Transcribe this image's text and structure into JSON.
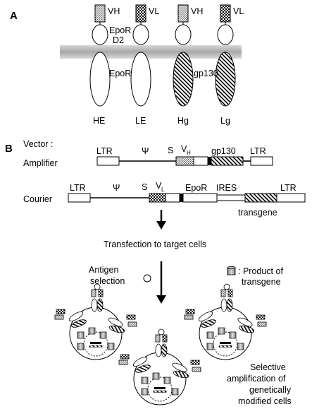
{
  "panel_a": {
    "letter": "A",
    "receptors": [
      {
        "label": "HE",
        "domain": "VH",
        "stalk": "EpoR",
        "stalk2": "D2",
        "lower": "EpoR"
      },
      {
        "label": "LE",
        "domain": "VL"
      },
      {
        "label": "Hg",
        "domain": "VH"
      },
      {
        "label": "Lg",
        "domain": "VL",
        "lower": "gp130"
      }
    ]
  },
  "panel_b": {
    "letter": "B",
    "vector_title": "Vector :",
    "amplifier": {
      "label": "Amplifier",
      "ltr": "LTR",
      "psi": "Ψ",
      "s": "S",
      "v": "V",
      "v_sub": "H",
      "gene": "gp130",
      "ltr2": "LTR"
    },
    "courier": {
      "label": "Courier",
      "ltr": "LTR",
      "psi": "Ψ",
      "s": "S",
      "v": "V",
      "v_sub": "L",
      "gene": "EpoR",
      "ires": "IRES",
      "ltr2": "LTR",
      "transgene": "transgene"
    },
    "transfection": "Transfection to target cells",
    "antigen_line1": "Antigen",
    "antigen_line2": "selection",
    "product_line1": ": Product of",
    "product_line2": "transgene",
    "selective": [
      "Selective",
      "amplification  of",
      "genetically",
      "modified cells"
    ]
  }
}
